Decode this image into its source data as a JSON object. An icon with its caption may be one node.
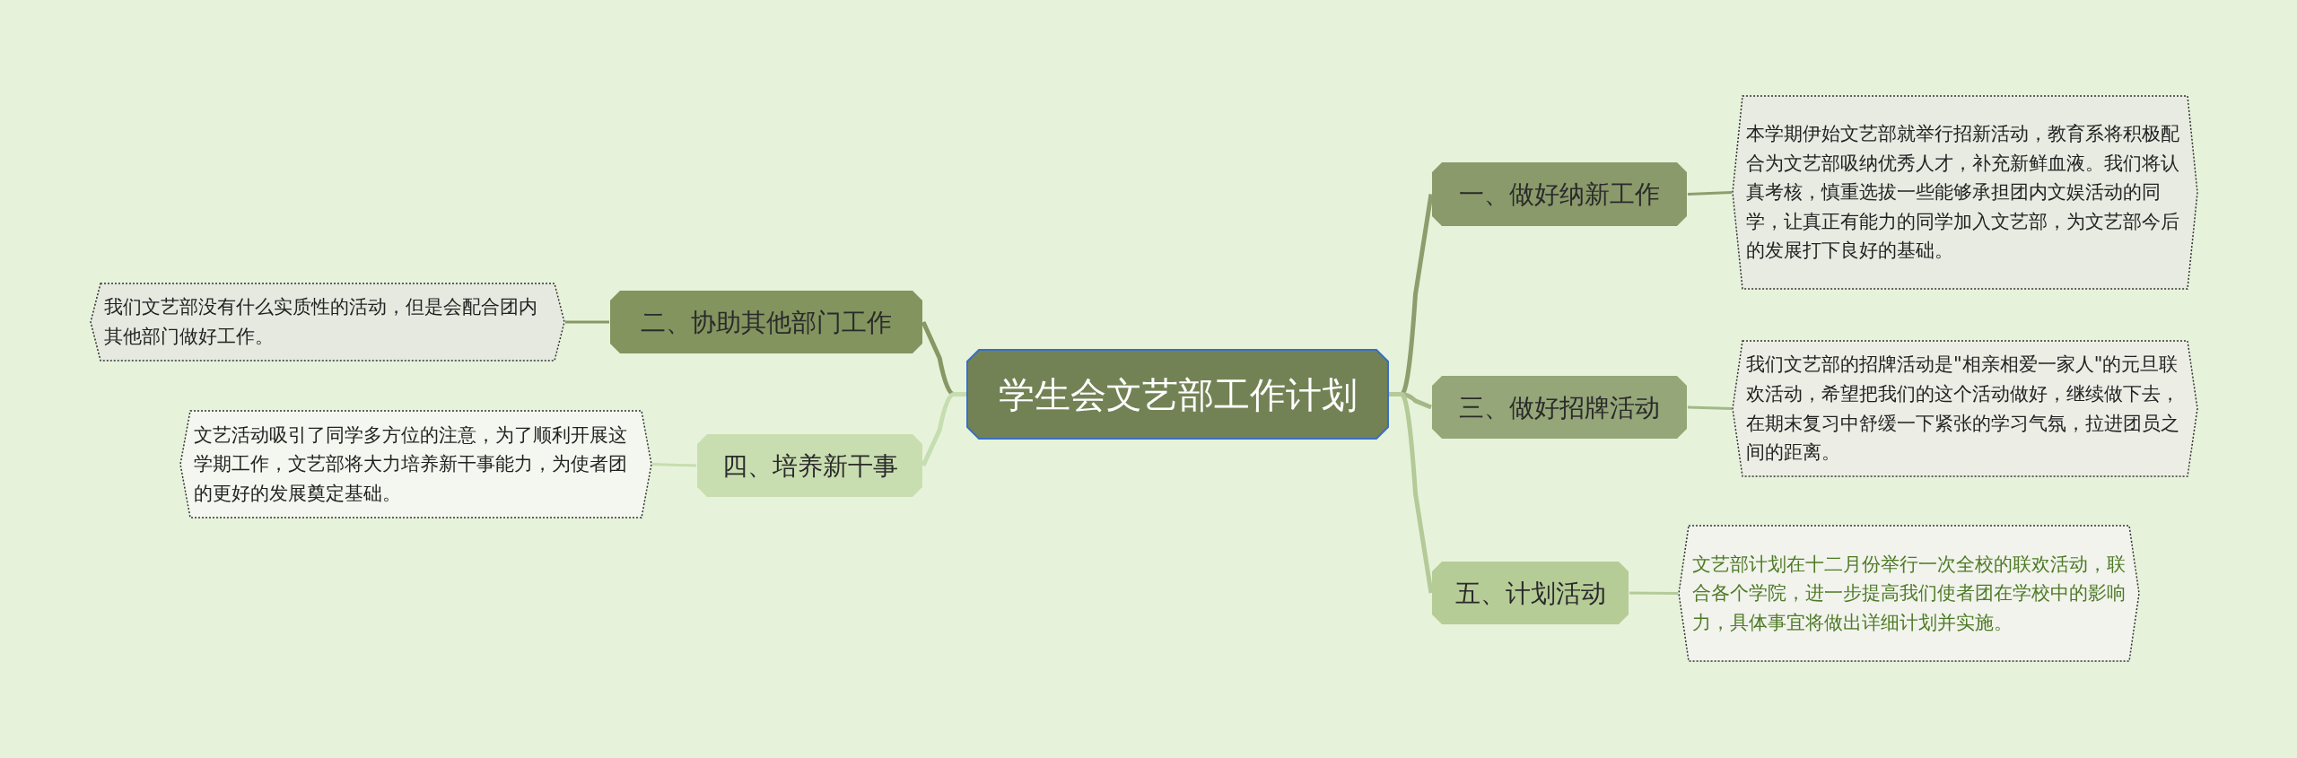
{
  "diagram": {
    "nodes": [
      {
        "text": [
          "学生会文艺部工作计划"
        ]
      },
      {
        "text": [
          "一、做好纳新工作"
        ]
      },
      {
        "text": [
          "本学期伊始文艺部就举行招新活动，教育系将积极配合为文艺部吸纳优秀人才，补充新鲜血液。我们将认真考核，慎重选拔一些能够承担团内文娱活动的同学，让真正有能力的同学加入文艺部，为文艺部今后的发展打下良好的基础。"
        ]
      },
      {
        "text": [
          "二、协助其他部门工作"
        ]
      },
      {
        "text": [
          "我们文艺部没有什么实质性的活动，但是会配合团内其他部门做好工作。"
        ]
      },
      {
        "text": [
          "三、做好招牌活动"
        ]
      },
      {
        "text": [
          "我们文艺部的招牌活动是\"相亲相爱一家人\"的元旦联欢活动，希望把我们的这个活动做好，继续做下去，在期末复习中舒缓一下紧张的学习气氛，拉进团员之间的距离。"
        ]
      },
      {
        "text": [
          "四、培养新干事"
        ]
      },
      {
        "text": [
          "文艺活动吸引了同学多方位的注意，为了顺利开展这学期工作，文艺部将大力培养新干事能力，为使者团的更好的发展奠定基础。"
        ]
      },
      {
        "text": [
          "五、计划活动"
        ]
      },
      {
        "text": [
          "文艺部计划在十二月份举行一次全校的联欢活动，联合各个学院，进一步提高我们使者团在学校中的影响力，具体事宜将做出详细计划并实施。"
        ]
      }
    ],
    "edges": [
      {
        "from": 0,
        "to": 1,
        "arrow": "none",
        "color": "#8d9e6e"
      },
      {
        "from": 1,
        "to": 2,
        "arrow": "none",
        "color": "#8d9e6e"
      },
      {
        "from": 0,
        "to": 3,
        "arrow": "none",
        "color": "#879864"
      },
      {
        "from": 3,
        "to": 4,
        "arrow": "none",
        "color": "#879864"
      },
      {
        "from": 0,
        "to": 5,
        "arrow": "none",
        "color": "#a3b886"
      },
      {
        "from": 5,
        "to": 6,
        "arrow": "none",
        "color": "#a3b886"
      },
      {
        "from": 0,
        "to": 7,
        "arrow": "none",
        "color": "#c6ddb0"
      },
      {
        "from": 7,
        "to": 8,
        "arrow": "none",
        "color": "#c6ddb0"
      },
      {
        "from": 0,
        "to": 9,
        "arrow": "none",
        "color": "#b4ca98"
      },
      {
        "from": 9,
        "to": 10,
        "arrow": "none",
        "color": "#b4ca98"
      }
    ]
  }
}
